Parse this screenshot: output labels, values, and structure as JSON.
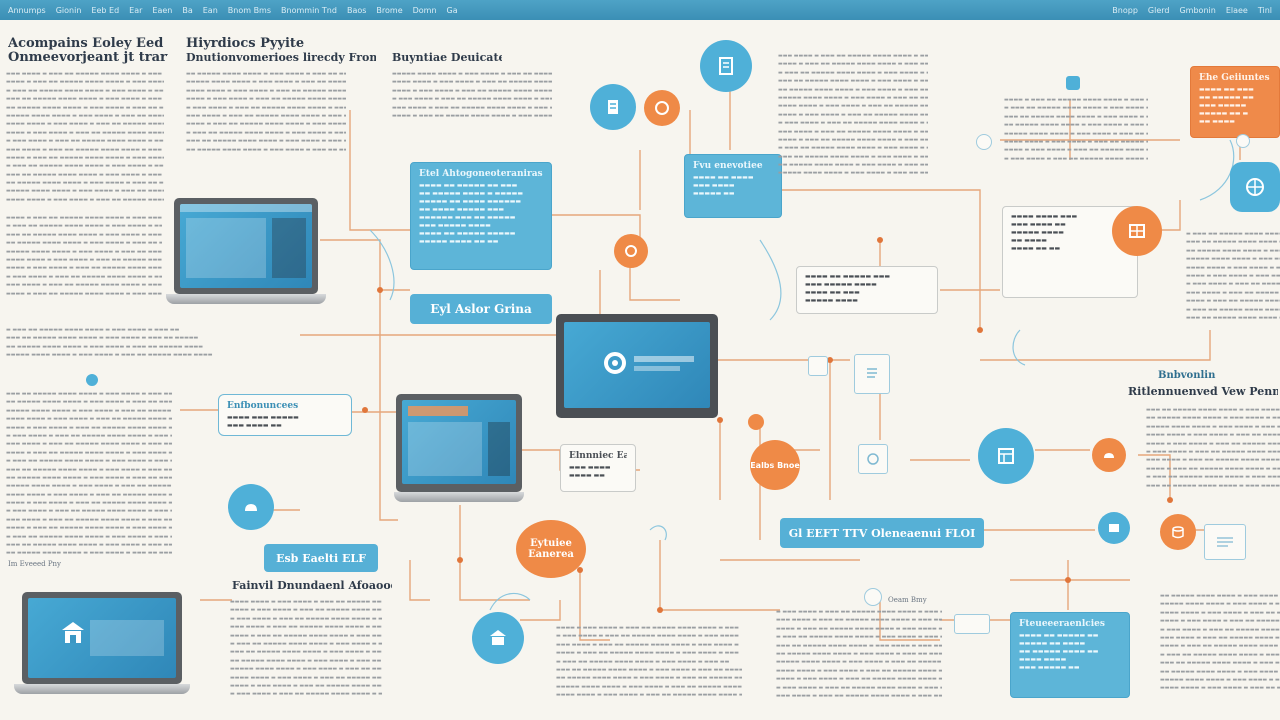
{
  "top_bar": {
    "items": [
      "Annumps",
      "Gionin",
      "Eeb Ed",
      "Ear",
      "Eaen",
      "Ba",
      "Ean",
      "Bnom Bms",
      "Bnommin Tnd",
      "Baos",
      "Brome",
      "Domn",
      "Ga"
    ],
    "right_items": [
      "Bnopp",
      "Glerd",
      "Gmbonin",
      "Elaee",
      "Tinl"
    ]
  },
  "headings": {
    "left_title_1": "Acompains Eoley Eed Gticedt-",
    "left_title_2": "Onmeevorjeant jt trarth Gtievam",
    "mid_title_1": "Hiyrdiocs Pyyite",
    "mid_title_2": "Dnutionvomerioes lirecdy Fromi tab",
    "center_title": "Buyntiae Deuicates",
    "bottom_mid_title": "Fainvil Dnundaenl Afoaoocaaisy",
    "right_title_1": "Bnbvonlin",
    "right_title_2": "Ritlennuenved Vew Pennbtsey"
  },
  "labels": {
    "blue_pill_1": "Eyl Aslor Grina",
    "blue_pill_2": "Esb Eaelti ELF",
    "orange_node_label_1": "Eytuiee",
    "orange_node_label_2": "Eanerea",
    "wide_pill": "Gl EEFT TTV Oleneaenui FLOI",
    "card_blue_1_title": "Etel Ahtogoneoteraniras",
    "card_blue_2_title": "Fvu enevotiee",
    "card_orange_title": "Ehe Geiiuntes",
    "card_outline_1_title": "Enfbonuncees",
    "card_outline_2_title": "Elnnniec Eaanesds",
    "card_blue_3_title": "Fteueeeraenlcies",
    "footer_tag": "Im Eveeed Pny",
    "small_tag_1": "Ealbs Bnoe",
    "small_tag_2": "Oeam Bmy"
  },
  "colors": {
    "accent_blue": "#4fb0d8",
    "accent_orange": "#ef8a47",
    "wire_orange": "#e6a77c",
    "wire_blue": "#8cc6de"
  },
  "icons": [
    "laptop-icon",
    "monitor-icon",
    "document-icon",
    "gear-icon",
    "cloud-icon",
    "building-icon",
    "chat-icon",
    "server-icon",
    "database-icon",
    "globe-icon"
  ]
}
